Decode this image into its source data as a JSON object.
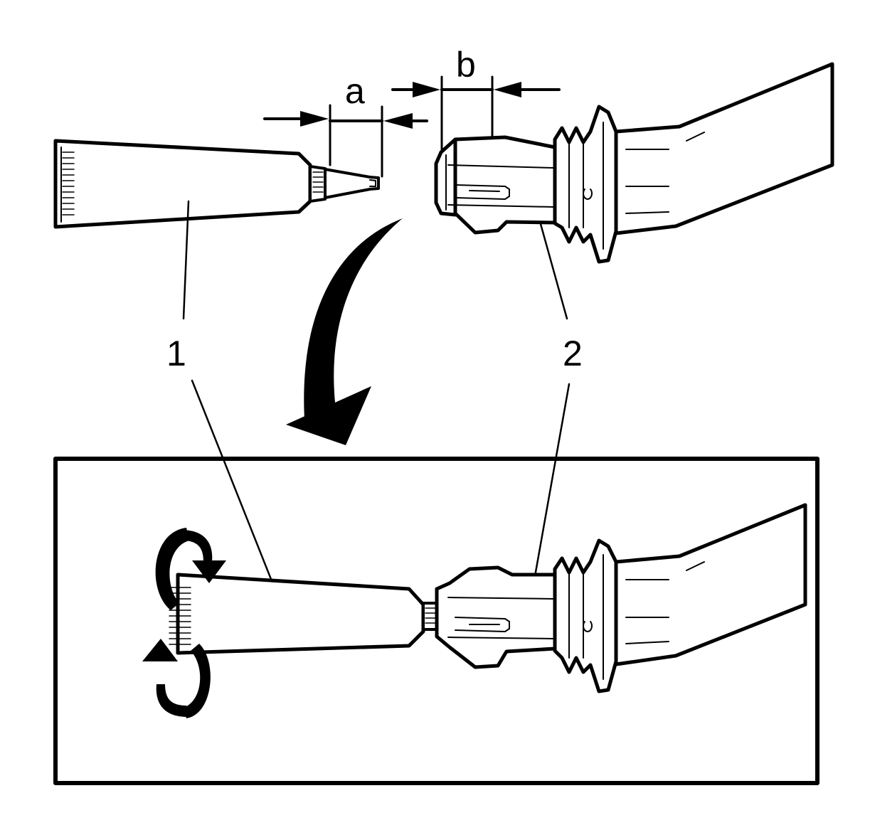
{
  "labels": {
    "dimension_a": "a",
    "dimension_b": "b",
    "callout_1": "1",
    "callout_2": "2"
  },
  "colors": {
    "ink": "#000000",
    "paper": "#ffffff"
  }
}
